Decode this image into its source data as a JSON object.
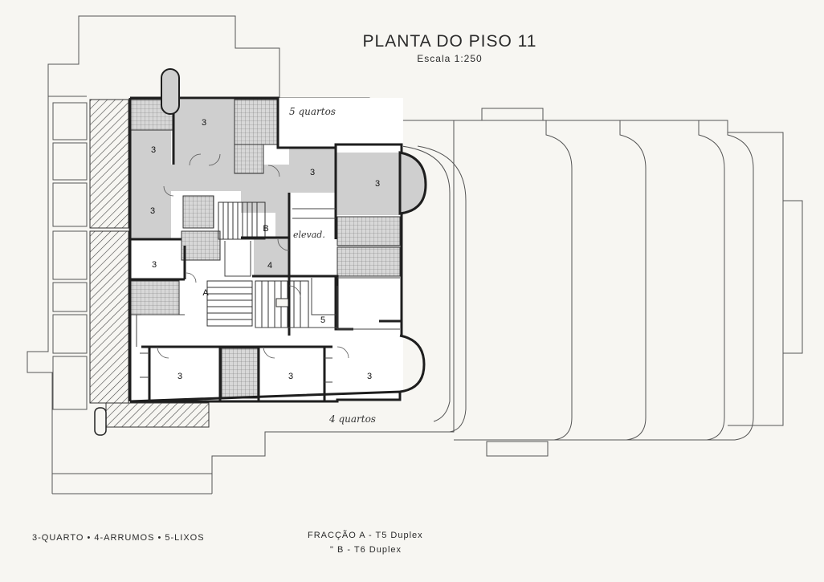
{
  "plan": {
    "title": "PLANTA DO PISO 11",
    "scale": "Escala 1:250",
    "notes": {
      "top": "5 quartos",
      "bottom": "4 quartos",
      "corridor": "elevad."
    },
    "room_labels": {
      "quarto": "3",
      "arrumos": "4",
      "lixos": "5",
      "frac_a": "A",
      "frac_b": "B"
    }
  },
  "legend": {
    "text": "3-QUARTO • 4-ARRUMOS • 5-LIXOS"
  },
  "fraccao": {
    "line1": "FRACÇÃO A - T5 Duplex",
    "line2": "\"       B - T6 Duplex"
  },
  "colors": {
    "paper": "#f7f6f2",
    "wall": "#1e1e1e",
    "room_fill": "#cfcfcf",
    "line": "#555555"
  }
}
